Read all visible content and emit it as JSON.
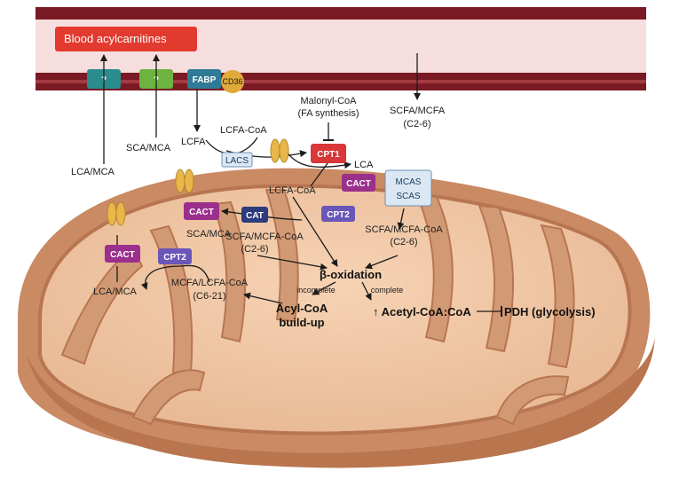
{
  "blood": {
    "title": "Blood acylcarnitines",
    "colors": {
      "band": "#f6dede",
      "wall": "#7a1a24",
      "title_bg": "#e23a2e"
    }
  },
  "membrane_transporters": {
    "unknown_1": "?",
    "unknown_2": "?",
    "fabp": "FABP",
    "cd36": "CD36"
  },
  "cytosol": {
    "lca_mca_left": "LCA/MCA",
    "sca_mca": "SCA/MCA",
    "lcfa": "LCFA",
    "lcfa_coa": "LCFA-CoA",
    "lacs": "LACS",
    "malonyl_coa": "Malonyl-CoA",
    "fa_synthesis": "(FA synthesis)",
    "cpt1": "CPT1",
    "lca": "LCA",
    "scfa_mcfa": "SCFA/MCFA",
    "c2_6": "(C2-6)"
  },
  "mitochondrion": {
    "cact_outer": "CACT",
    "cact_left": "CACT",
    "cact_mid": "CACT",
    "cat": "CAT",
    "cpt2_left": "CPT2",
    "cpt2_right": "CPT2",
    "mcas": "MCAS",
    "scas": "SCAS",
    "lcfa_coa_inner": "LCFA-CoA",
    "sca_mca_inner": "SCA/MCA",
    "scfa_mcfa_coa_mid": "SCFA/MCFA-CoA",
    "c2_6_mid": "(C2-6)",
    "scfa_mcfa_coa_right": "SCFA/MCFA-CoA",
    "c2_6_right": "(C2-6)",
    "lca_mca_inner": "LCA/MCA",
    "mcfa_lcfa_coa": "MCFA/LCFA-CoA",
    "c6_21": "(C6-21)",
    "beta_oxidation": "β-oxidation",
    "incomplete": "incomplete",
    "complete": "complete",
    "acyl_coa": "Acyl-CoA",
    "build_up": "build-up",
    "acetyl_coa": "↑ Acetyl-CoA:CoA",
    "pdh": "PDH (glycolysis)"
  },
  "colors": {
    "mito_outer": "#c98a64",
    "mito_matrix": "#efc5a4",
    "mito_bottom": "#b8754e",
    "cact": "#9b2f8c",
    "cpt": "#6a55b8",
    "cat": "#2c3a7e",
    "cpt1": "#d9373a",
    "teal": "#2a8c8c",
    "green": "#6cb33f",
    "fabp": "#2f7a96",
    "cd36": "#e0a93a",
    "channel": "#e8b64a"
  }
}
